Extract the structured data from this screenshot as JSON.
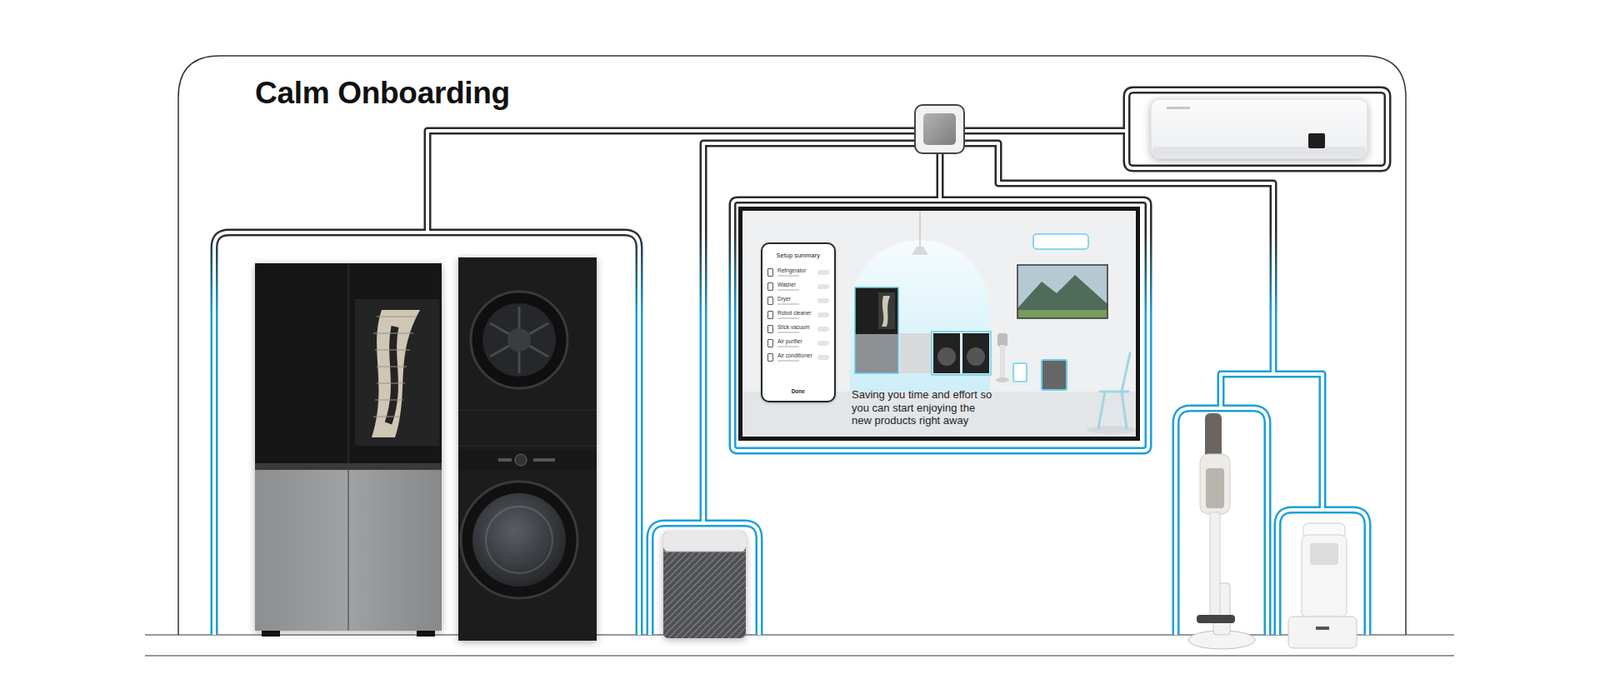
{
  "diagram": {
    "title": "Calm Onboarding",
    "nodes": [
      {
        "text": [
          "Saving you time and effort so you can start enjoying the new products right away"
        ]
      },
      {
        "text": [
          "Setup summary",
          "Refrigerator",
          "Washer",
          "Dryer",
          "Robot cleaner",
          "Stick vacuum",
          "Air purifier",
          "Air conditioner",
          "Done"
        ],
        "in": 0
      }
    ]
  }
}
